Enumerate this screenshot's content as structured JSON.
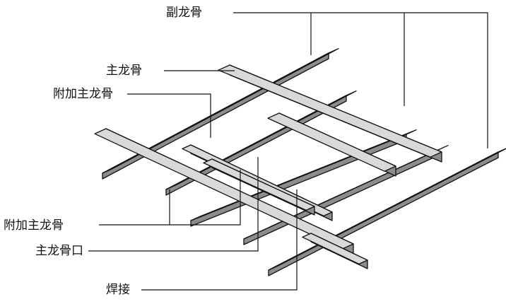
{
  "labels": {
    "secondary_keel": "副龙骨",
    "main_keel": "主龙骨",
    "additional_main_keel_top": "附加主龙骨",
    "additional_main_keel_bottom": "附加主龙骨",
    "main_keel_opening": "主龙骨口",
    "welding": "焊接"
  },
  "colors": {
    "beam_fill": "#d9d9d9",
    "beam_dark": "#8c8c8c",
    "beam_light": "#f2f2f2",
    "outline": "#111111"
  }
}
